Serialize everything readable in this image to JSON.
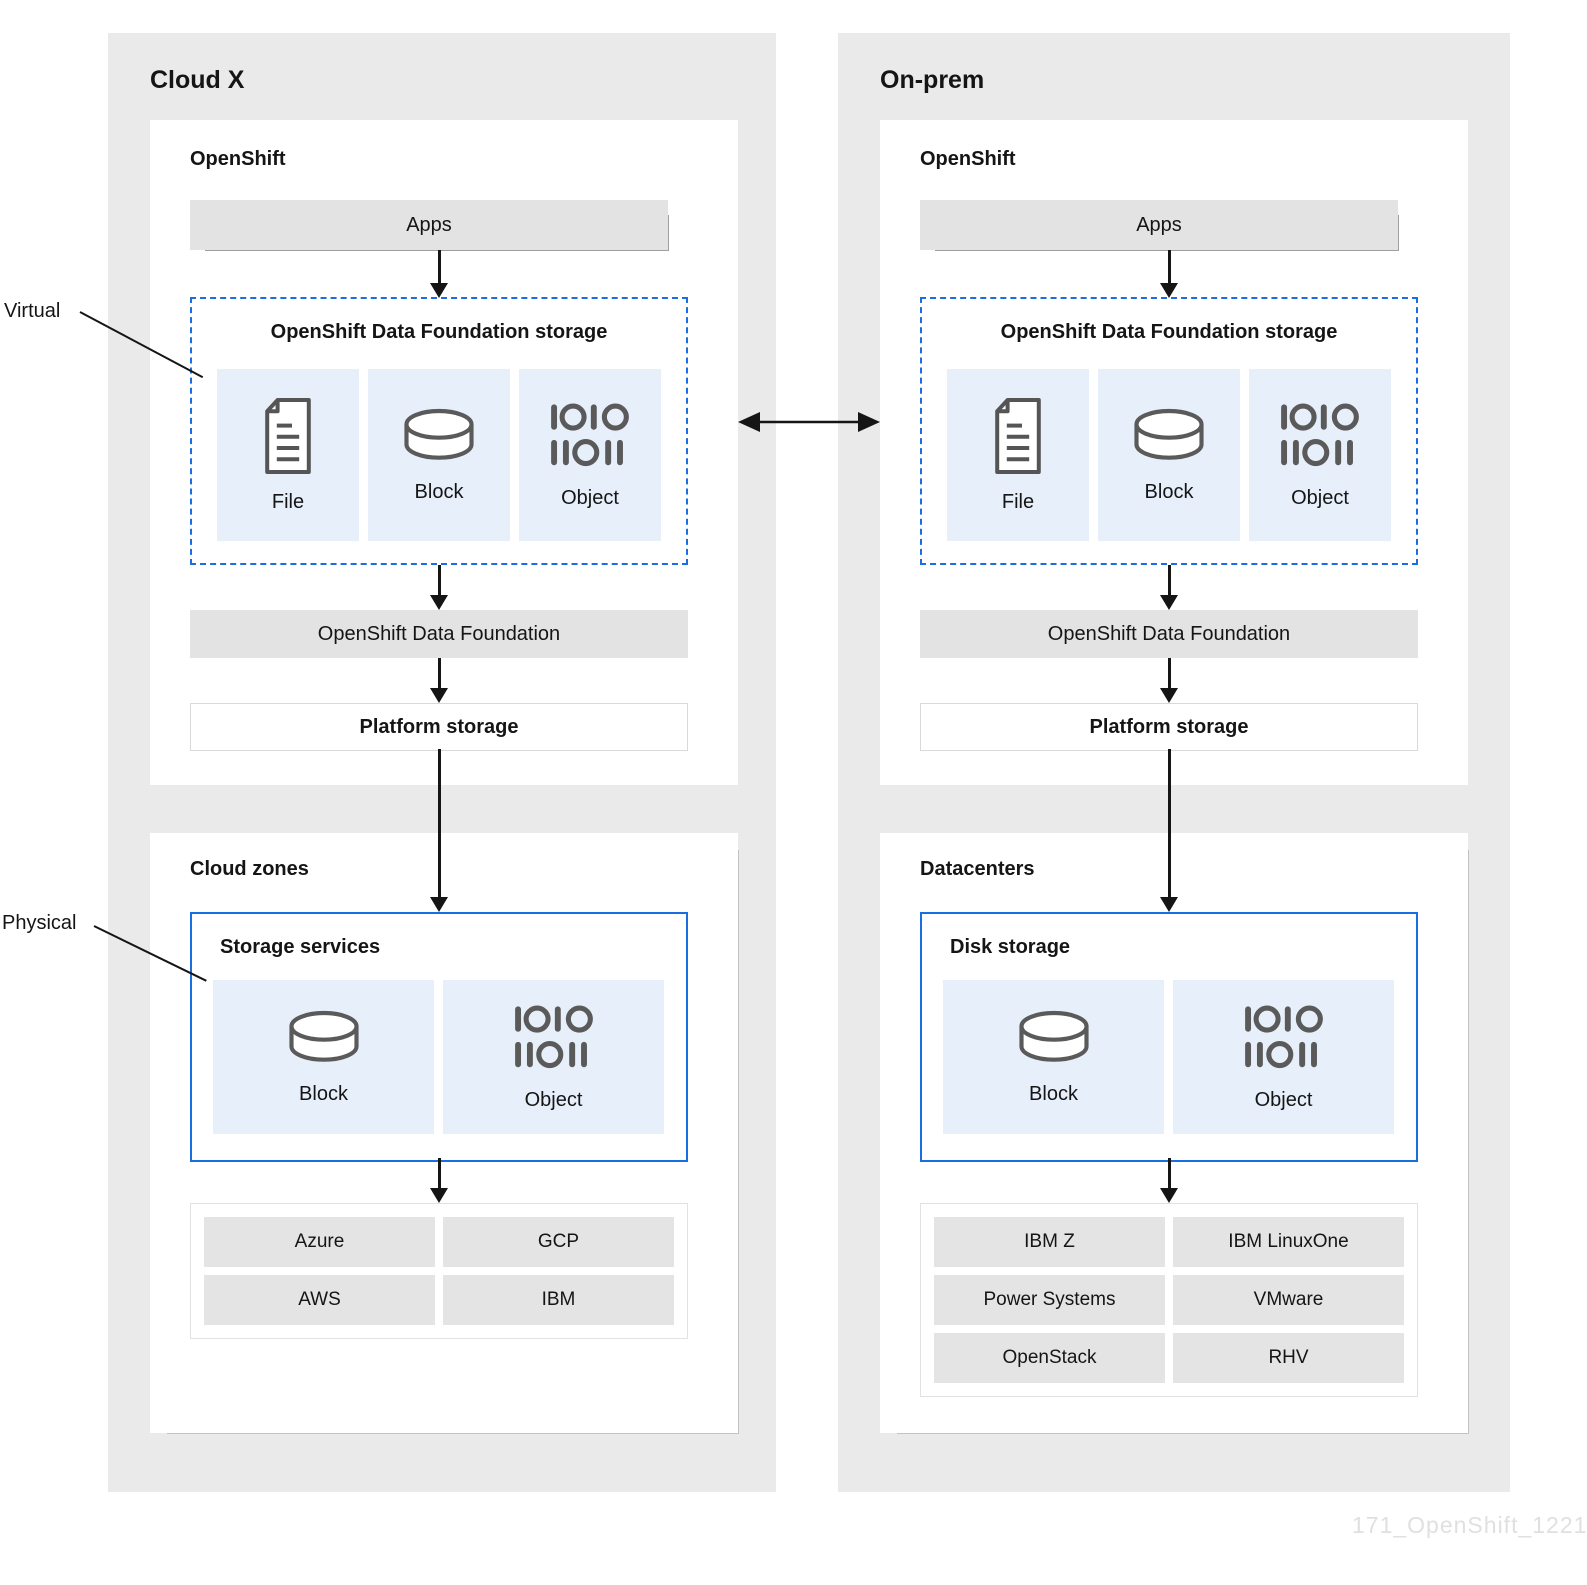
{
  "page": {
    "watermark": "171_OpenShift_1221",
    "side_labels": {
      "virtual": "Virtual",
      "physical": "Physical"
    }
  },
  "colors": {
    "panel_gray": "#eaeaea",
    "bar_gray": "#e3e3e3",
    "cell_gray": "#e4e4e4",
    "tile_blue": "#e7effa",
    "accent_blue": "#1a6fe0",
    "icon_gray": "#5a5a5a",
    "line_black": "#151515",
    "watermark_gray": "#e0e0e0"
  },
  "panels": [
    {
      "title": "Cloud X",
      "openshift": {
        "title": "OpenShift",
        "apps_label": "Apps",
        "odf_storage": {
          "title": "OpenShift Data Foundation storage",
          "tiles": [
            {
              "icon": "file-icon",
              "label": "File"
            },
            {
              "icon": "block-icon",
              "label": "Block"
            },
            {
              "icon": "object-icon",
              "label": "Object"
            }
          ]
        },
        "odf_bar_label": "OpenShift Data Foundation",
        "platform_bar_label": "Platform storage"
      },
      "infrastructure": {
        "title": "Cloud zones",
        "storage_box": {
          "title": "Storage services",
          "tiles": [
            {
              "icon": "block-icon",
              "label": "Block"
            },
            {
              "icon": "object-icon",
              "label": "Object"
            }
          ]
        },
        "providers": [
          [
            "Azure",
            "GCP"
          ],
          [
            "AWS",
            "IBM"
          ]
        ]
      }
    },
    {
      "title": "On-prem",
      "openshift": {
        "title": "OpenShift",
        "apps_label": "Apps",
        "odf_storage": {
          "title": "OpenShift Data Foundation storage",
          "tiles": [
            {
              "icon": "file-icon",
              "label": "File"
            },
            {
              "icon": "block-icon",
              "label": "Block"
            },
            {
              "icon": "object-icon",
              "label": "Object"
            }
          ]
        },
        "odf_bar_label": "OpenShift Data Foundation",
        "platform_bar_label": "Platform storage"
      },
      "infrastructure": {
        "title": "Datacenters",
        "storage_box": {
          "title": "Disk storage",
          "tiles": [
            {
              "icon": "block-icon",
              "label": "Block"
            },
            {
              "icon": "object-icon",
              "label": "Object"
            }
          ]
        },
        "providers": [
          [
            "IBM Z",
            "IBM LinuxOne"
          ],
          [
            "Power Systems",
            "VMware"
          ],
          [
            "OpenStack",
            "RHV"
          ]
        ]
      }
    }
  ]
}
